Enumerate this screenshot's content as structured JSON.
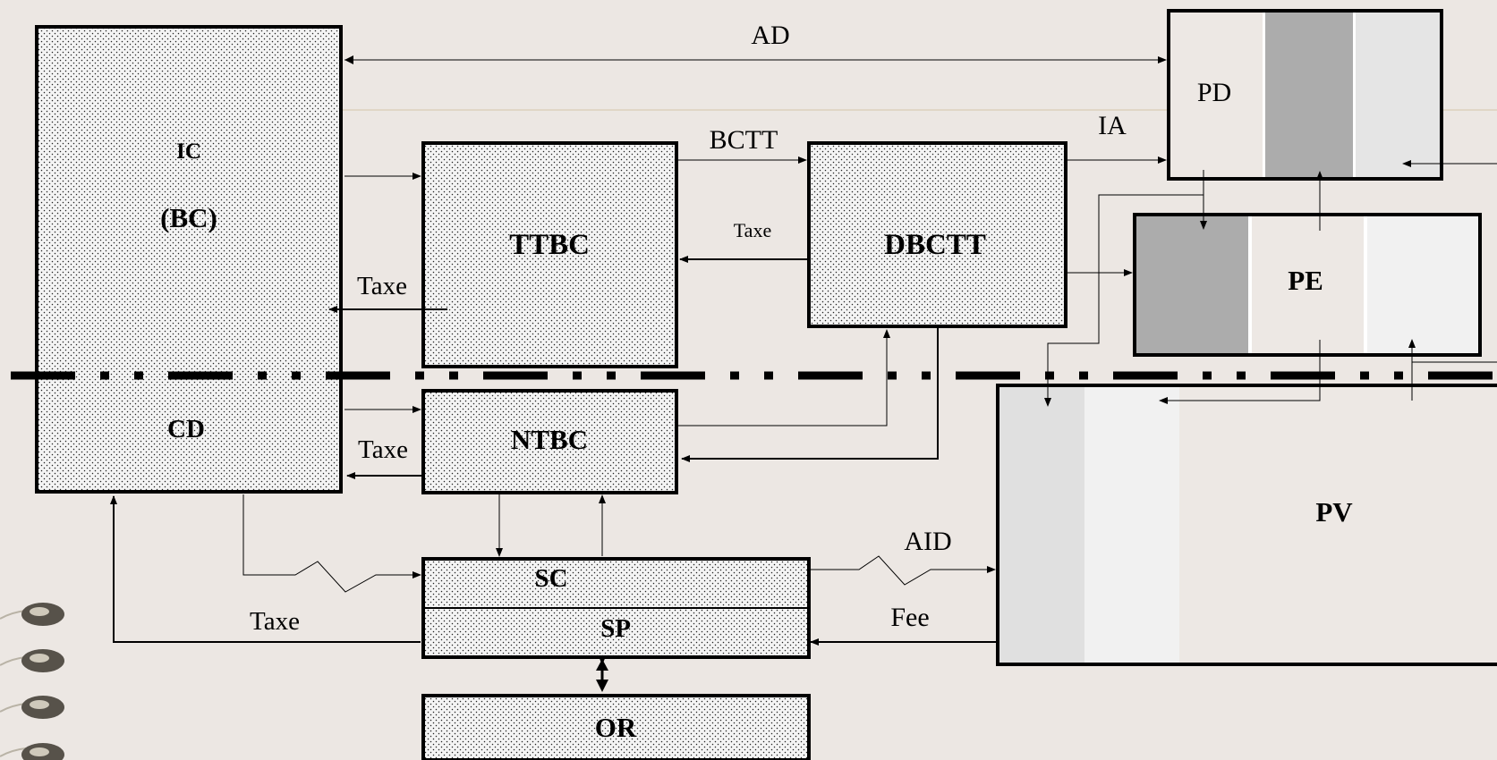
{
  "boxes": {
    "ic": "IC",
    "bc": "(BC)",
    "cd": "CD",
    "ttbc": "TTBC",
    "ntbc": "NTBC",
    "dbctt": "DBCTT",
    "sc": "SC",
    "sp": "SP",
    "or": "OR",
    "pd": "PD",
    "pe": "PE",
    "pv": "PV"
  },
  "edges": {
    "ad": "AD",
    "bctt": "BCTT",
    "ia": "IA",
    "taxe_dbctt_ttbc": "Taxe",
    "taxe_ttbc_ic": "Taxe",
    "taxe_ntbc_cd": "Taxe",
    "taxe_sp_cd": "Taxe",
    "aid": "AID",
    "fee": "Fee"
  },
  "colors": {
    "background": "#ece7e3",
    "box_fill": "#f4f4f4",
    "stripe_dark": "#acacac",
    "stripe_light": "#e5e5e5",
    "stripe_lighter": "#f1f1f1"
  }
}
